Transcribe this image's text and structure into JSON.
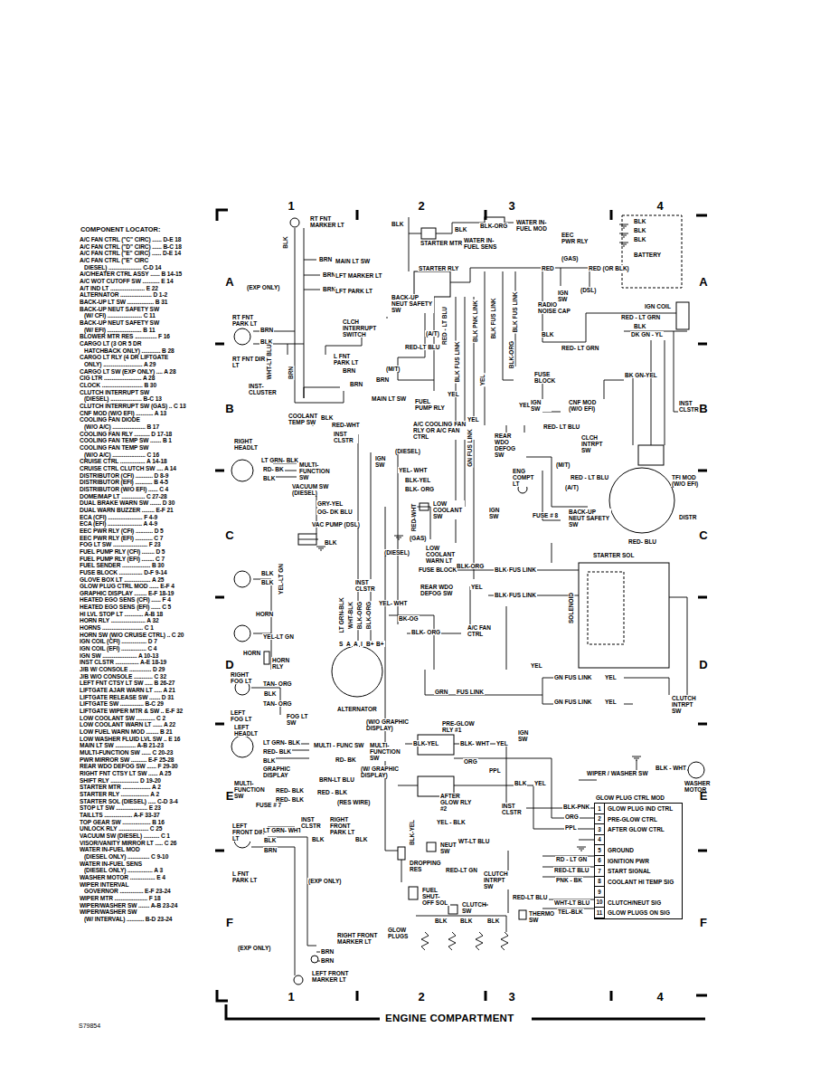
{
  "diagram": {
    "caption": "ENGINE COMPARTMENT",
    "nodes": [
      {
        "text": [
          "GLOW PLUG CTRL MOD",
          "1",
          "GLOW PLUG IND CTRL",
          "2",
          "PRE-GLOW CTRL",
          "3",
          "AFTER GLOW CTRL",
          "4",
          "5",
          "GROUND",
          "6",
          "IGNITION PWR",
          "7",
          "START SIGNAL",
          "8",
          "COOLANT HI TEMP SIG",
          "9",
          "10",
          "CLUTCH/NEUT SIG",
          "11",
          "GLOW PLUGS ON SIG"
        ]
      }
    ],
    "labels": [
      "COMPONENT LOCATOR:",
      "A/C FAN CTRL (\"C\" CIRC) ...... D-E 18",
      "A/C FAN CTRL (\"D\" CIRC) ...... B-C 18",
      "A/C FAN CTRL (\"E\" CIRC) ...... D-E 14",
      "A/C FAN CTRL (\"E\" CIRC",
      "DIESEL) ..................... C-D 14",
      "A/C/HEATER CTRL ASSY ...... B 14-15",
      "A/C WOT CUTOFF SW ........... E 14",
      "A/T IND LT ...................... E 22",
      "ALTERNATOR .................... D 1-2",
      "BACK-UP LT SW ................. B 31",
      "BACK-UP NEUT SAFETY SW",
      "(W/ CFI) ...................... C 11",
      "BACK-UP NEUT SAFETY SW",
      "(W/ EFI) ...................... B 11",
      "BLOWER MTR RES .............. F 16",
      "CARGO LT (3 OR 5 DR",
      "HATCHBACK ONLY) ............ B 28",
      "CARGO LT RLY (4 DR LIFTGATE",
      "ONLY) ......................... A 29",
      "CARGO LT SW (EXP ONLY) .... A 28",
      "CIG LTR ........................ A 28",
      "CLOCK .......................... B 30",
      "CLUTCH INTERRUPT SW",
      "(DIESEL) .................... B-C 13",
      "CLUTCH INTERRUPT SW (GAS) .. C 13",
      "CNF MOD (W/O EFI) ........... A 13",
      "COOLING FAN DIODE",
      "(W/O A/C) ..................... B 17",
      "COOLING FAN RLY .......... D 17-18",
      "COOLING FAN TEMP SW ....... B 1",
      "COOLING FAN TEMP SW",
      "(W/O A/C) ..................... C 16",
      "CRUISE CTRL ................ A 14-18",
      "CRUISE CTRL CLUTCH SW .... A 14",
      "DISTRIBUTOR (CFI) ........... D 8-9",
      "DISTRIBUTOR (EFI) ........... B 4-5",
      "DISTRIBUTOR (W/O EFI) ...... C 4",
      "DOME/MAP LT ............... C 27-28",
      "DUAL BRAKE WARN SW ....... D 30",
      "DUAL WARN BUZZER ........ E-F 21",
      "ECA (CFI) ...................... F 4-9",
      "ECA (EFI) ...................... A 4-9",
      "EEC PWR RLY (CFI) ........... D 5",
      "EEC PWR RLY (EFI) ........... C 7",
      "FOG LT SW ...................... F 23",
      "FUEL PUMP RLY (CFI) ........ D 5",
      "FUEL PUMP RLY (EFI) ........ C 7",
      "FUEL SENDER .................. B 30",
      "FUSE BLOCK ............... D-F 9-14",
      "GLOVE BOX LT ................. A 25",
      "GLOW PLUG CTRL MOD ...... E-F 4",
      "GRAPHIC DISPLAY ........ E-F 18-19",
      "HEATED EGO SENS (CFI) ...... F 4",
      "HEATED EGO SENS (EFI) ...... C 5",
      "HI LVL STOP LT ............ A-B 18",
      "HORN RLY ...................... A 32",
      "HORNS .......................... C 1",
      "HORN SW (W/O CRUISE CTRL) .. C 20",
      "IGN COIL (CFI) ................ D 7",
      "IGN COIL (EFI) ................ C 4",
      "IGN SW ...................... A 10-13",
      "INST CLSTR ............... A-E 18-19",
      "J/B W/ CONSOLE .............. D 29",
      "J/B W/O CONSOLE ............ C 32",
      "LEFT FNT CTSY LT SW ..... B 26-27",
      "LIFTGATE AJAR WARN LT ..... A 21",
      "LIFTGATE RELEASE SW ....... D 31",
      "LIFTGATE SW ............... B-C 29",
      "LIFTGATE WIPER MTR & SW .. E-F 32",
      "LOW COOLANT SW ............ C 2",
      "LOW COOLANT WARN LT ...... A 22",
      "LOW FUEL WARN MOD ........ B 21",
      "LOW WASHER FLUID LVL SW .. E 16",
      "MAIN LT SW ............. A-B 21-23",
      "MULTI-FUNCTION SW ...... C 20-23",
      "PWR MIRROR SW .......... E-F 25-28",
      "REAR WDO DEFOG SW ...... F 29-30",
      "RIGHT FNT CTSY LT SW ...... A 25",
      "SHIFT RLY .................. D 19-20",
      "STARTER MTR .................. A 2",
      "STARTER RLY .................. A 2",
      "STARTER SOL (DIESEL) ..... C-D 3-4",
      "STOP LT SW .................... E 23",
      "TAILLTS .................. A-F 33-37",
      "TOP GEAR SW .................. B 16",
      "UNLOCK RLY ................... C 25",
      "VACUUM SW (DIESEL) .......... C 1",
      "VISOR/VANITY MIRROR LT ..... C 26",
      "WATER IN-FUEL MOD",
      "(DIESEL ONLY) .............. C 9-10",
      "WATER IN-FUEL SENS",
      "(DIESEL ONLY) ................ A 3",
      "WASHER MOTOR ................ E 4",
      "WIPER INTERVAL",
      "GOVERNOR ............... E-F 23-24",
      "WIPER MTR ..................... F 18",
      "WIPER/WASHER SW ....... A-B 23-24",
      "WIPER/WASHER SW",
      "(W/ INTERVAL) ........... B-D 23-24",
      "RT FNT MARKER LT",
      "BLK",
      "BRN",
      "MAIN LT SW",
      "BRN",
      "LFT MARKER LT",
      "BRN",
      "LFT PARK LT",
      "(EXP ONLY)",
      "RT FNT PARK LT",
      "BRN",
      "BLK",
      "RT FNT DIR LT",
      "WHT-LT BLU",
      "BRN",
      "INST- CLUSTER",
      "CLCH INTERRUPT SWITCH",
      "L FNT PARK LT",
      "BRN",
      "BRN",
      "BRN",
      "MAIN LT SW",
      "(M/T)",
      "(A/T)",
      "RED-LT BLU",
      "BACK-UP NEUT SAFETY SW",
      "STARTER MTR",
      "BLK",
      "BLK",
      "BLK-ORG",
      "WATER IN-FUEL MOD",
      "WATER IN-FUEL SENS",
      "STARTER RLY",
      "EEC PWR RLY",
      "BLK",
      "BLK",
      "BLK",
      "BATTERY",
      "(GAS)",
      "RED",
      "RED (OR BLK)",
      "(DSL)",
      "RADIO NOISE CAP",
      "IGN SW",
      "BLK",
      "RED- LT GRN",
      "IGN COIL",
      "RED - LT GRN",
      "BLK",
      "DK GN - YL",
      "FUSE BLOCK",
      "BLK-ORG",
      "YEL",
      "BK GN-YEL",
      "INST CLSTR",
      "CNF MOD (W/O EFI)",
      "FUEL PUMP RLY",
      "YEL",
      "YEL",
      "IGN SW",
      "A/C COOLING FAN RLY OR A/C FAN CTRL",
      "YEL",
      "REAR WDO DEFOG SW",
      "RED- LT BLU",
      "CLCH INTRPT SW",
      "COOLANT TEMP SW",
      "BLK",
      "RED-WHT",
      "INST CLSTR",
      "(DIESEL)",
      "IGN SW",
      "YEL- WHT",
      "BLK-YEL",
      "BLK- ORG",
      "ENG COMPT LT",
      "(M/T)",
      "RED - LT BLU",
      "(A/T)",
      "BACK-UP NEUT SAFETY SW",
      "FUSE # 8",
      "DISTR",
      "TFI MOD (W/O EFI)",
      "RIGHT HEADLT",
      "LT GRN- BLK",
      "RD- BK",
      "BLK",
      "MULTI- FUNCTION SW",
      "VACUUM SW (DIESEL)",
      "GRY-YEL",
      "OG- DK BLU",
      "VAC PUMP (DSL)",
      "BLK",
      "LOW COOLANT SW",
      "(GAS)",
      "LOW COOLANT WARN LT",
      "RED-WHT",
      "IGN SW",
      "(DIESEL)",
      "FUSE BLOCK",
      "BLK-ORG",
      "BLK",
      "FUS LINK",
      "REAR WDO DEFOG SW",
      "YEL",
      "BLK",
      "FUS LINK",
      "YEL- WHT",
      "STARTER SOL",
      "RED- BLU",
      "SOLENOID",
      "BK-OG",
      "BLK- ORG",
      "A/C FAN CTRL",
      "BLK",
      "BLK",
      "HORN",
      "YEL-LT GN",
      "YEL-LT GN",
      "HORN",
      "HORN RLY",
      "RIGHT FOG LT",
      "TAN- ORG",
      "BLK",
      "TAN- ORG",
      "LEFT FOG LT",
      "FOG LT SW",
      "INST CLSTR",
      "ALTERNATOR",
      "GRN",
      "FUS LINK",
      "GN FUS LINK",
      "YEL",
      "GN FUS LINK",
      "YEL",
      "YEL",
      "CLUTCH INTRPT SW",
      "LEFT HEADLT",
      "LT GRN- BLK",
      "RED- BLK",
      "BLK",
      "MULTI - FUNC SW",
      "(W/O GRAPHIC DISPLAY)",
      "MULTI- FUNCTION SW",
      "(W/ GRAPHIC DISPLAY)",
      "PRE-GLOW RLY #1",
      "BLK-YEL",
      "BLK- WHT",
      "YEL",
      "ORG",
      "GRAPHIC DISPLAY",
      "RD- BK",
      "BRN-LT BLU",
      "MULTI- FUNCTION SW",
      "RED- BLK",
      "RED- BLK",
      "FUSE # 7",
      "RED - BLK",
      "(RES WIRE)",
      "IGN SW",
      "PPL",
      "BLK",
      "YEL",
      "AFTER GLOW RLY #2",
      "WIPER / WASHER SW",
      "BLK - WHT",
      "WASHER MOTOR",
      "INST CLSTR",
      "BLK-PNK",
      "ORG",
      "PPL",
      "RD - LT GN",
      "RED-LT BLU",
      "PNK - BK",
      "WHT-LT BLU",
      "TEL-BLK",
      "YEL - BLK",
      "BLK-YEL",
      "NEUT SW",
      "WT-LT BLU",
      "DROPPING RES",
      "RED-LT GN",
      "CLUTCH INTRPT SW",
      "RED-LT BLU",
      "FUEL SHUT-OFF SOL",
      "CLUTCH SW",
      "THERMO SW",
      "GLOW PLUGS",
      "BLK",
      "BLK",
      "BLK",
      "LEFT FRONT DIR LT",
      "LT GRN- WHT",
      "BLK",
      "BRN",
      "INST CLSTR",
      "RIGHT FRONT PARK LT",
      "BLK",
      "BLK",
      "L FNT PARK LT",
      "(EXP ONLY)",
      "RIGHT FRONT MARKER LT",
      "BRN",
      "BRN",
      "(EXP ONLY)",
      "LEFT FRONT MARKER LT",
      "BLK PNK LINK",
      "BLK FUS LINK",
      "BLK FUS LINK",
      "RED - LT BLU",
      "GN FUS LINK",
      "BLK FUS LINK",
      "LT GRN-BLK",
      "WHT-BLK",
      "BLK-ORG",
      "BLK-ORG",
      "S",
      "A",
      "A",
      "I",
      "B+",
      "B+",
      "1",
      "2",
      "3",
      "4",
      "1",
      "2",
      "3",
      "4",
      "A",
      "B",
      "C",
      "D",
      "E",
      "F",
      "A",
      "B",
      "C",
      "D",
      "E",
      "F",
      "S79854"
    ]
  }
}
